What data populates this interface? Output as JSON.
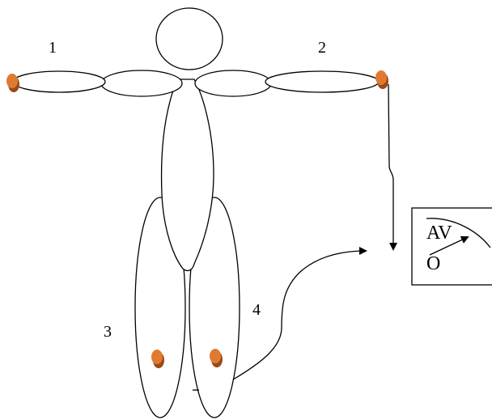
{
  "labels": {
    "left_arm": "1",
    "right_arm": "2",
    "left_leg": "3",
    "right_leg": "4"
  },
  "meter": {
    "top_label": "AV",
    "bottom_label": "O"
  },
  "colors": {
    "electrode": "#E07A32",
    "electrode_shadow": "#9A4A17",
    "line": "#000000"
  }
}
